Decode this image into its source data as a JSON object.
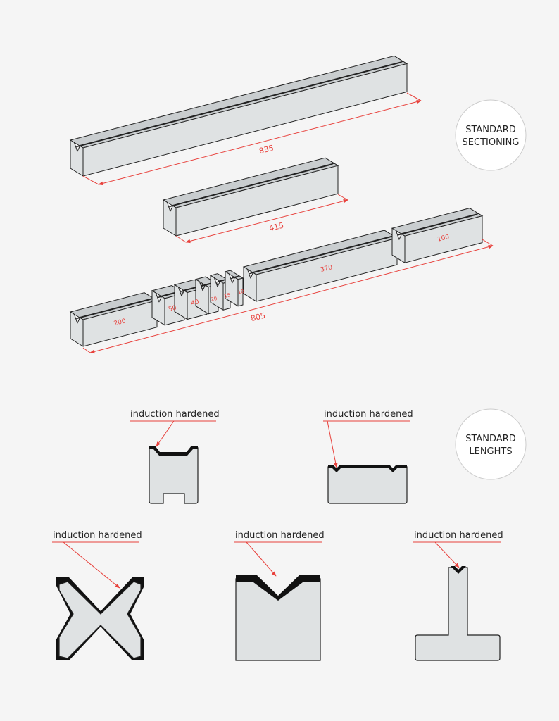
{
  "colors": {
    "dimension": "#e8413c",
    "steel": "#dfe2e3",
    "hardened": "#111111"
  },
  "bars": {
    "full_length": "835",
    "half_length": "415",
    "sectioned_total": "805",
    "sections": [
      "200",
      "50",
      "40",
      "20",
      "15",
      "10",
      "370",
      "100"
    ]
  },
  "badges": {
    "sectioning": [
      "STANDARD",
      "SECTIONING"
    ],
    "lengths": [
      "STANDARD",
      "LENGHTS"
    ]
  },
  "profiles": [
    {
      "label": "induction hardened"
    },
    {
      "label": "induction hardened"
    },
    {
      "label": "induction hardened"
    },
    {
      "label": "induction hardened"
    },
    {
      "label": "induction hardened"
    }
  ]
}
